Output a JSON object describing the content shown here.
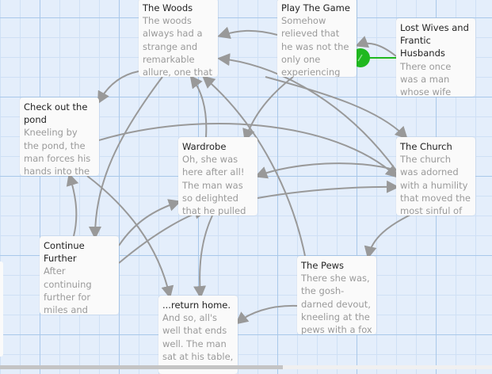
{
  "passages": [
    {
      "title": "The Woods",
      "excerpt": "The woods always had a strange and remarkable allure, one that"
    },
    {
      "title": "Play The Game",
      "excerpt": "Somehow relieved that he was not the only one experiencing"
    },
    {
      "title": "Lost Wives and Frantic Husbands",
      "excerpt": "There once was a man whose wife went"
    },
    {
      "title": "Check out the pond",
      "excerpt": "Kneeling by the pond, the man forces his hands into the cool"
    },
    {
      "title": "Wardrobe",
      "excerpt": "Oh, she was here after all! The man was so delighted that he pulled her"
    },
    {
      "title": "The Church",
      "excerpt": "The church was adorned with a humility that moved the most sinful of tax"
    },
    {
      "title": "Continue Further",
      "excerpt": "After continuing further for miles and miles, the man failed to"
    },
    {
      "title": "...return home.",
      "excerpt": "And so, all's well that ends well. The man sat at his table,"
    },
    {
      "title": "The Pews",
      "excerpt": "There she was, the gosh-darned devout, kneeling at the pews with a fox"
    }
  ],
  "start_color": "#1fb81f",
  "link_color": "#999999"
}
